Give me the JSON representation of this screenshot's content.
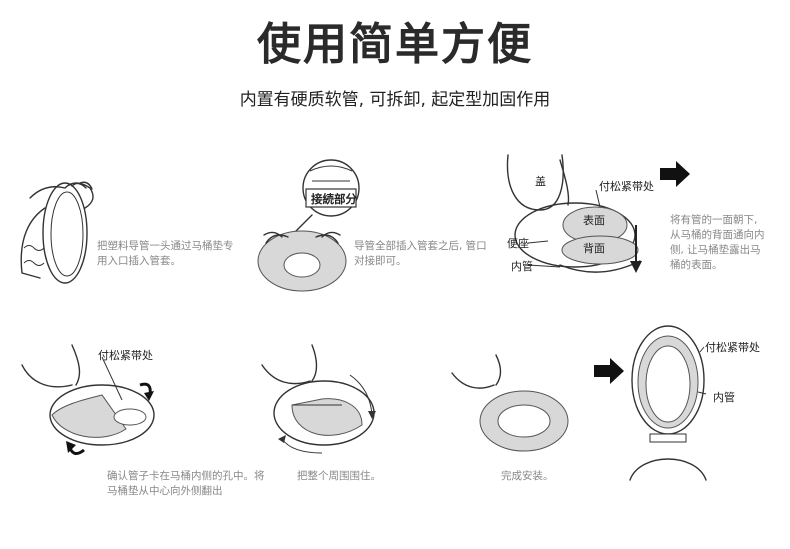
{
  "title": "使用简单方便",
  "subtitle": "内置有硬质软管, 可拆卸, 起定型加固作用",
  "steps": [
    {
      "caption": "把塑料导管一头通过马桶垫专用入口插入管套。"
    },
    {
      "caption": "导管全部插入管套之后, 管口对接即可。",
      "callout": "接続部分"
    },
    {
      "caption": "将有管的一面朝下, 从马桶的背面通向内侧, 让马桶垫露出马桶的表面。",
      "labels": {
        "lid": "盖",
        "band": "付松紧带处",
        "front": "表面",
        "seat": "便座",
        "back": "背面",
        "tube": "内管"
      }
    },
    {
      "caption": "确认管子卡在马桶内侧的孔中。将马桶垫从中心向外侧翻出",
      "labels": {
        "band": "付松紧带处"
      }
    },
    {
      "caption": "把整个周围围住。"
    },
    {
      "caption": "完成安装。"
    },
    {
      "labels": {
        "band": "付松紧带处",
        "tube": "内管"
      }
    }
  ],
  "colors": {
    "pad": "#d8d8d8",
    "line": "#333333",
    "caption": "#888888"
  }
}
